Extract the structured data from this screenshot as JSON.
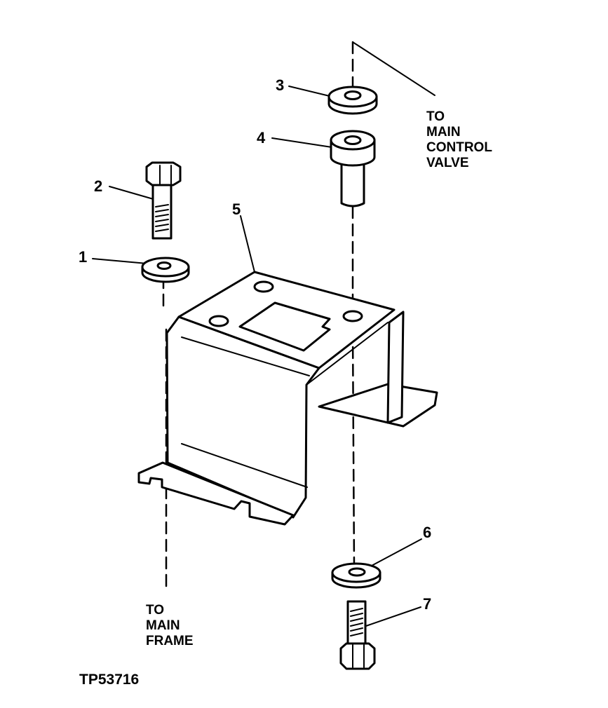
{
  "callouts": {
    "n1": "1",
    "n2": "2",
    "n3": "3",
    "n4": "4",
    "n5": "5",
    "n6": "6",
    "n7": "7"
  },
  "notes": {
    "control_valve": [
      "TO",
      "MAIN",
      "CONTROL",
      "VALVE"
    ],
    "main_frame": [
      "TO",
      "MAIN",
      "FRAME"
    ]
  },
  "figure_id": "TP53716",
  "colors": {
    "ink": "#000000",
    "paper": "#ffffff"
  }
}
